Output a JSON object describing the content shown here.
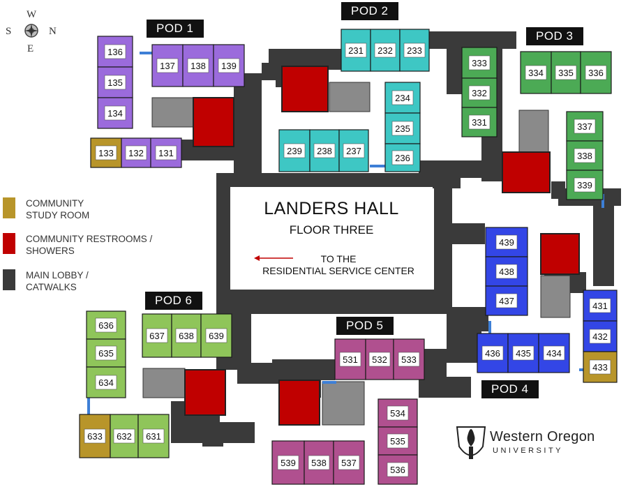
{
  "title": "LANDERS HALL",
  "subtitle": "FLOOR THREE",
  "direction": {
    "line1": "TO THE",
    "line2": "RESIDENTIAL SERVICE CENTER"
  },
  "compass": {
    "w": "W",
    "e": "E",
    "s": "S",
    "n": "N"
  },
  "legend": [
    {
      "lines": [
        "COMMUNITY",
        "STUDY ROOM"
      ],
      "color": "#b8952a"
    },
    {
      "lines": [
        "COMMUNITY RESTROOMS /",
        "SHOWERS"
      ],
      "color": "#c00000"
    },
    {
      "lines": [
        "MAIN LOBBY /",
        "CATWALKS"
      ],
      "color": "#3a3a3a"
    }
  ],
  "logo": {
    "name": "Western Oregon",
    "sub": "UNIVERSITY"
  },
  "colors": {
    "pod1": "#9b6bdc",
    "pod2": "#3ec7c4",
    "pod3": "#4caa55",
    "pod4": "#3346e6",
    "pod5": "#b0508f",
    "pod6": "#8fc55a",
    "study": "#b8952a",
    "restroom": "#c00000",
    "lobby": "#3a3a3a",
    "gray": "#8a8a8a",
    "connector": "#3d7fd6"
  },
  "pods": [
    {
      "label": "POD 1",
      "rooms": [
        "136",
        "135",
        "134",
        "137",
        "138",
        "139",
        "133",
        "132",
        "131"
      ]
    },
    {
      "label": "POD 2",
      "rooms": [
        "231",
        "232",
        "233",
        "234",
        "235",
        "236",
        "239",
        "238",
        "237"
      ]
    },
    {
      "label": "POD 3",
      "rooms": [
        "333",
        "332",
        "331",
        "334",
        "335",
        "336",
        "337",
        "338",
        "339"
      ]
    },
    {
      "label": "POD 4",
      "rooms": [
        "439",
        "438",
        "437",
        "431",
        "432",
        "433",
        "436",
        "435",
        "434"
      ]
    },
    {
      "label": "POD 5",
      "rooms": [
        "531",
        "532",
        "533",
        "534",
        "535",
        "536",
        "539",
        "538",
        "537"
      ]
    },
    {
      "label": "POD 6",
      "rooms": [
        "636",
        "635",
        "634",
        "637",
        "638",
        "639",
        "633",
        "632",
        "631"
      ]
    }
  ]
}
